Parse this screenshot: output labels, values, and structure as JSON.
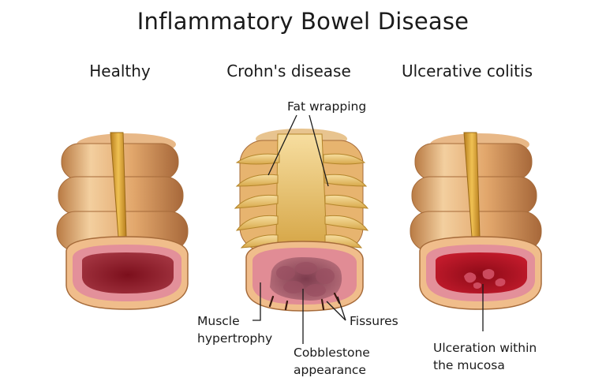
{
  "title": "Inflammatory Bowel Disease",
  "panels": [
    {
      "heading": "Healthy",
      "labels": []
    },
    {
      "heading": "Crohn's disease",
      "labels": [
        "Fat wrapping",
        "Muscle",
        "hypertrophy",
        "Cobblestone",
        "appearance",
        "Fissures"
      ]
    },
    {
      "heading": "Ulcerative colitis",
      "labels": [
        "Ulceration within",
        "the mucosa"
      ]
    }
  ],
  "colors": {
    "bowel_wall": "#e9b47d",
    "bowel_shadow": "#b77a45",
    "mesentery": "#d7a137",
    "mucosa_rim": "#e79aa1",
    "lumen_healthy": "#8c1a26",
    "lumen_colitis": "#a8101f"
  }
}
